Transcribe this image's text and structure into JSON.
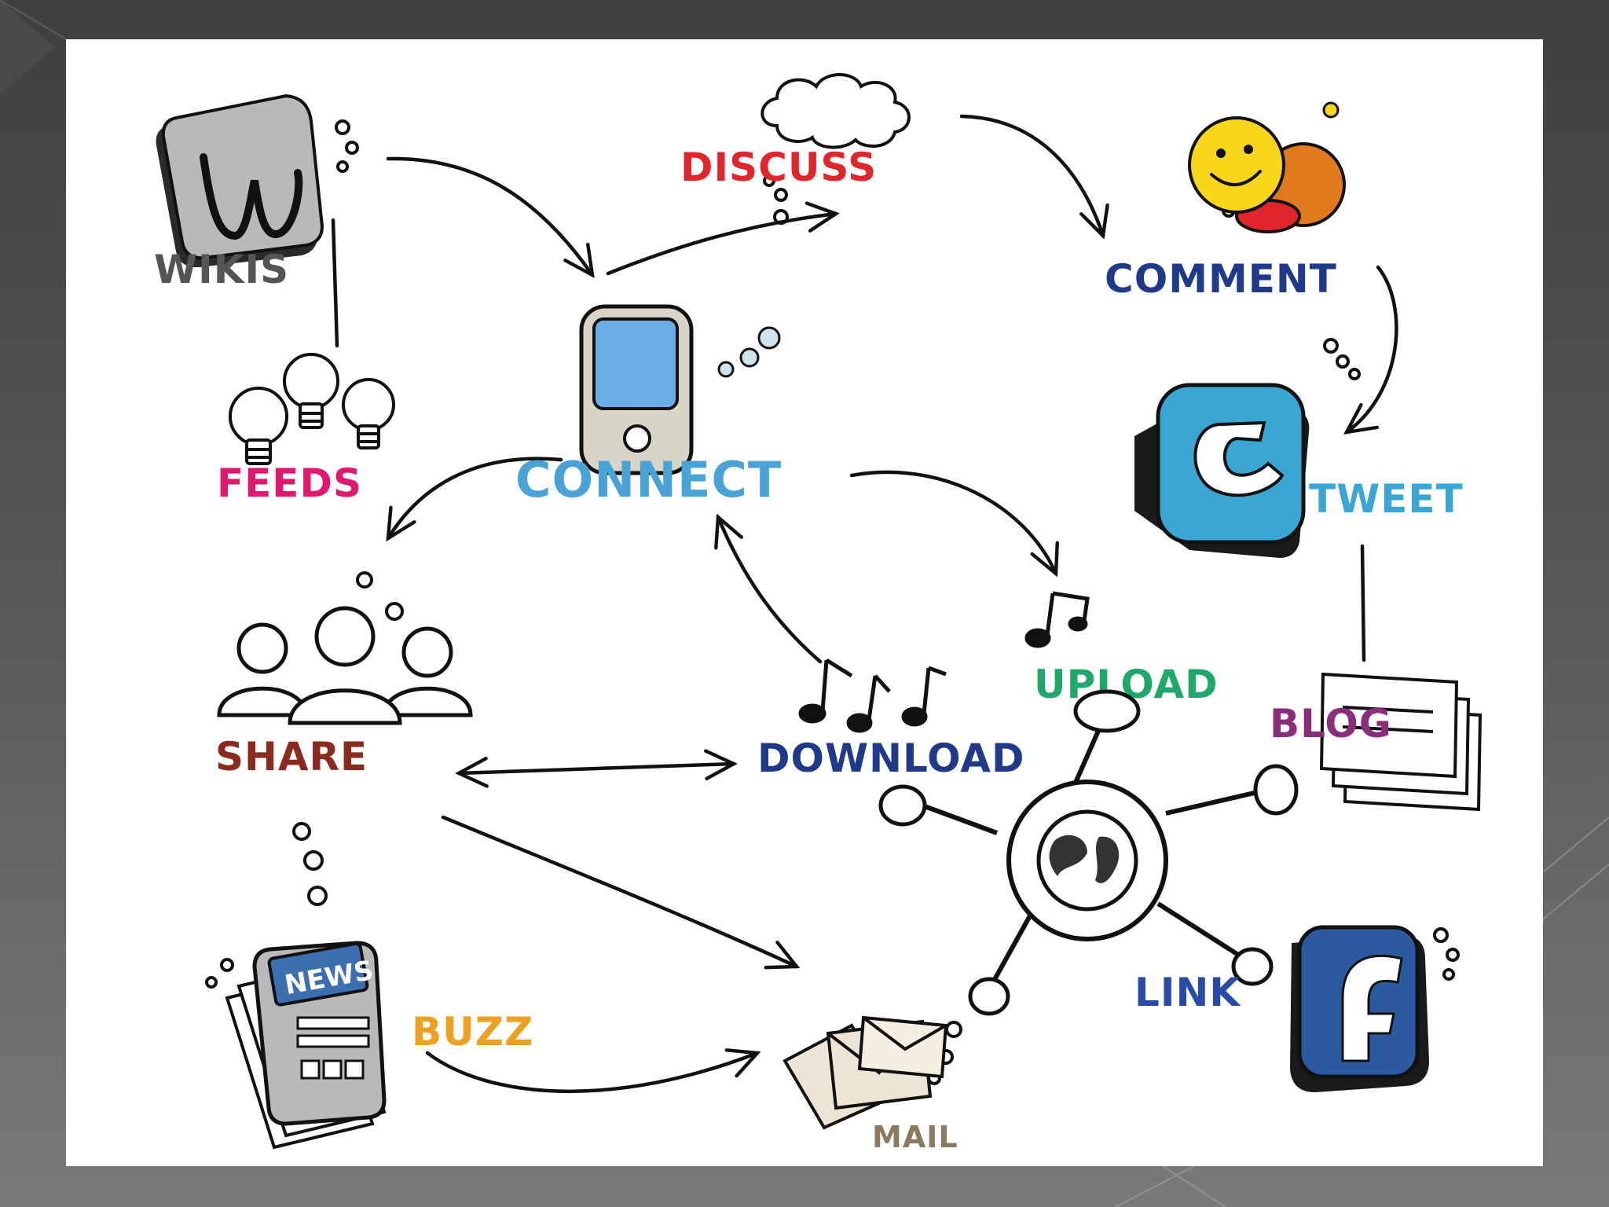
{
  "nodes": {
    "wikis": {
      "label": "WIKIS",
      "icon": "wiki-icon",
      "color": "#555555"
    },
    "discuss": {
      "label": "DISCUSS",
      "icon": "cloud-icon",
      "color": "#e0262b"
    },
    "comment": {
      "label": "COMMENT",
      "icon": "smiley-icon",
      "color": "#1f3a8a"
    },
    "feeds": {
      "label": "FEEDS",
      "icon": "lightbulbs-icon",
      "color": "#e0196e"
    },
    "connect": {
      "label": "CONNECT",
      "icon": "phone-icon",
      "color": "#4aa3d6"
    },
    "tweet": {
      "label": "TWEET",
      "icon": "twitter-icon",
      "color": "#3aa6d3"
    },
    "share": {
      "label": "SHARE",
      "icon": "people-icon",
      "color": "#8b2a1e"
    },
    "download": {
      "label": "DOWNLOAD",
      "icon": "music-notes-icon",
      "color": "#1f3a8a"
    },
    "upload": {
      "label": "UPLOAD",
      "icon": "music-note-icon",
      "color": "#1fa86a"
    },
    "blog": {
      "label": "BLOG",
      "icon": "pages-icon",
      "color": "#8a2d7a"
    },
    "buzz": {
      "label": "BUZZ",
      "icon": "newspaper-icon",
      "color": "#f0a020"
    },
    "link": {
      "label": "LINK",
      "icon": "facebook-icon",
      "color": "#2a4aa8"
    },
    "mail": {
      "label": "MAIL",
      "icon": "envelope-icon",
      "color": "#8b7a60"
    }
  },
  "news_badge": "NEWS",
  "colors": {
    "frame_dark": "#3f3f3f",
    "frame_light": "#7a7a7a",
    "panel": "#ffffff",
    "ink": "#111111",
    "phone_screen": "#6aaee8",
    "smiley": "#f7d61c",
    "smiley_back": "#e07a1c",
    "tweet_blue": "#3aa6d3",
    "facebook_blue": "#2c5aa0",
    "newspaper_blue": "#3c6fb0"
  }
}
